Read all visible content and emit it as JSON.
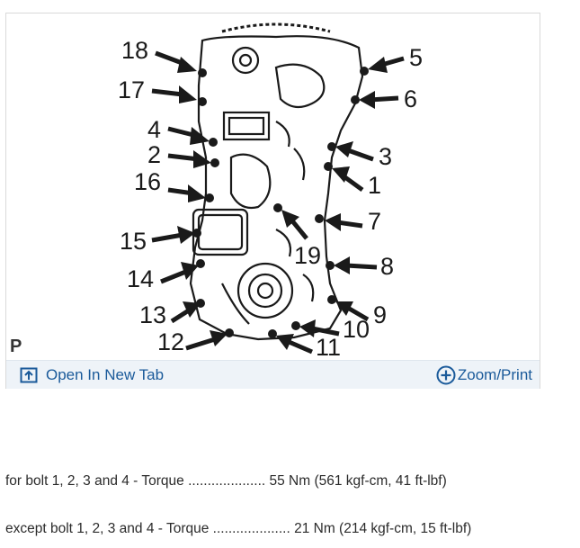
{
  "diagram": {
    "corner_label": "P",
    "callouts": [
      "18",
      "17",
      "4",
      "2",
      "16",
      "15",
      "14",
      "13",
      "12",
      "5",
      "6",
      "3",
      "1",
      "7",
      "19",
      "8",
      "9",
      "10",
      "11"
    ]
  },
  "toolbar": {
    "open_tab_label": "Open In New Tab",
    "zoom_label": "Zoom/Print",
    "open_tab_icon": "open-in-new-tab-icon",
    "zoom_icon": "zoom-plus-icon"
  },
  "specs": [
    {
      "label": "for bolt 1, 2, 3 and 4 - Torque",
      "dots": " ....................",
      "value": " 55 Nm (561 kgf-cm, 41 ft-lbf)"
    },
    {
      "label": "except bolt 1, 2, 3 and 4 - Torque",
      "dots": " ....................",
      "value": " 21 Nm (214 kgf-cm, 15 ft-lbf)"
    }
  ],
  "colors": {
    "accent": "#1a5a9a",
    "toolbar_bg": "#eef3f8",
    "ink": "#1a1a1a"
  }
}
